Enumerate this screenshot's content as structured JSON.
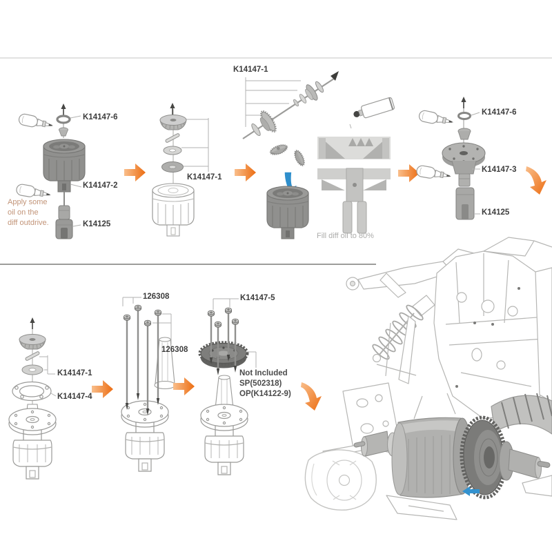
{
  "steps": {
    "s1": {
      "label_oring": "K14147-6",
      "label_case": "K14147-2",
      "label_outdrive": "K14125",
      "note": [
        "Apply some",
        "oil on the",
        "diff outdrive."
      ]
    },
    "s2": {
      "label_internals": "K14147-1"
    },
    "s3": {
      "label_shaft_set": "K14147-1",
      "note_fill": "Fill diff oil to 80%"
    },
    "s4": {
      "label_oring": "K14147-6",
      "label_diff": "K14147-3",
      "label_outdrive": "K14125"
    },
    "s5": {
      "label_internals": "K14147-1",
      "label_gasket": "K14147-4"
    },
    "s6": {
      "label_screws_top": "126308",
      "label_screws_side": "126308"
    },
    "s7": {
      "label_screws": "K14147-5",
      "note": [
        "Not Included",
        "SP(502318)",
        "OP(K14122-9)"
      ]
    }
  },
  "colors": {
    "arrow_orange": "#EC6D12",
    "arrow_orange_light": "#F9BE8B",
    "arrow_blue": "#2F8FCC",
    "label_text": "#3C3C3C",
    "note_tan": "#C29478",
    "note_gray": "#ACACAA"
  }
}
